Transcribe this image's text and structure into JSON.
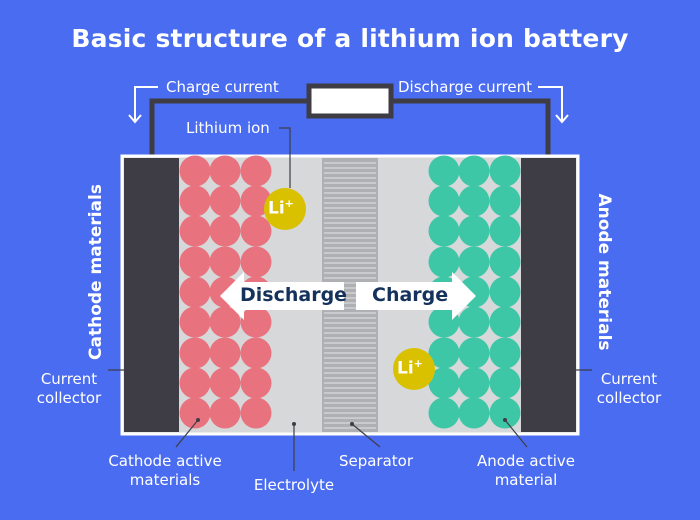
{
  "title": "Basic structure of a lithium ion battery",
  "labels": {
    "charge_current": "Charge current",
    "discharge_current": "Discharge current",
    "lithium_ion": "Lithium ion",
    "cathode_materials": "Cathode materials",
    "anode_materials": "Anode materials",
    "current_collector_left_line1": "Current",
    "current_collector_left_line2": "collector",
    "current_collector_right_line1": "Current",
    "current_collector_right_line2": "collector",
    "cathode_active_line1": "Cathode active",
    "cathode_active_line2": "materials",
    "electrolyte": "Electrolyte",
    "separator": "Separator",
    "anode_active_line1": "Anode active",
    "anode_active_line2": "material",
    "discharge_arrow": "Discharge",
    "charge_arrow": "Charge",
    "li_ion_symbol": "Li",
    "li_ion_charge": "+"
  },
  "colors": {
    "background": "#4a6cf0",
    "collector": "#3e3d45",
    "cathode_particle": "#e8737f",
    "anode_particle": "#3ec7a6",
    "electrolyte": "#d6d8da",
    "separator": "#aeb0b3",
    "lithium_ion": "#d9c100",
    "arrow_fill": "#ffffff",
    "arrow_text": "#14325c"
  }
}
